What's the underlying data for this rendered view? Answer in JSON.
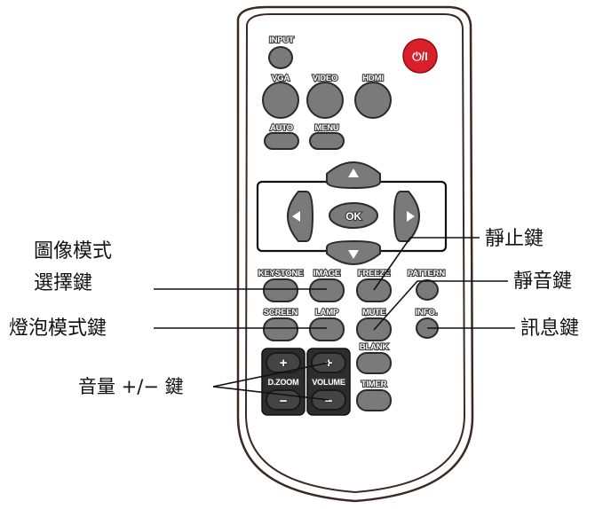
{
  "buttons": {
    "input": "INPUT",
    "vga": "VGA",
    "video": "VIDEO",
    "hdmi": "HDMI",
    "auto": "AUTO",
    "menu": "MENU",
    "ok": "OK",
    "keystone": "KEYSTONE",
    "image": "IMAGE",
    "freeze": "FREEZE",
    "pattern": "PATTERN",
    "screen": "SCREEN",
    "lamp": "LAMP",
    "mute": "MUTE",
    "info": "INFO.",
    "blank": "BLANK",
    "dzoom": "D.ZOOM",
    "volume": "VOLUME",
    "timer": "TIMER",
    "power": "⏻/I",
    "plus": "+",
    "minus": "−"
  },
  "callouts": {
    "image_mode_line1": "圖像模式",
    "image_mode_line2": "選擇鍵",
    "lamp_mode": "燈泡模式鍵",
    "volume": "音量 +/− 鍵",
    "freeze": "靜止鍵",
    "mute": "靜音鍵",
    "info": "訊息鍵"
  },
  "colors": {
    "body": "#ffffff",
    "outline": "#3b2a22",
    "button": "#7a7a7a",
    "power": "#d9202a",
    "dark_pad": "#2d2d2d"
  }
}
